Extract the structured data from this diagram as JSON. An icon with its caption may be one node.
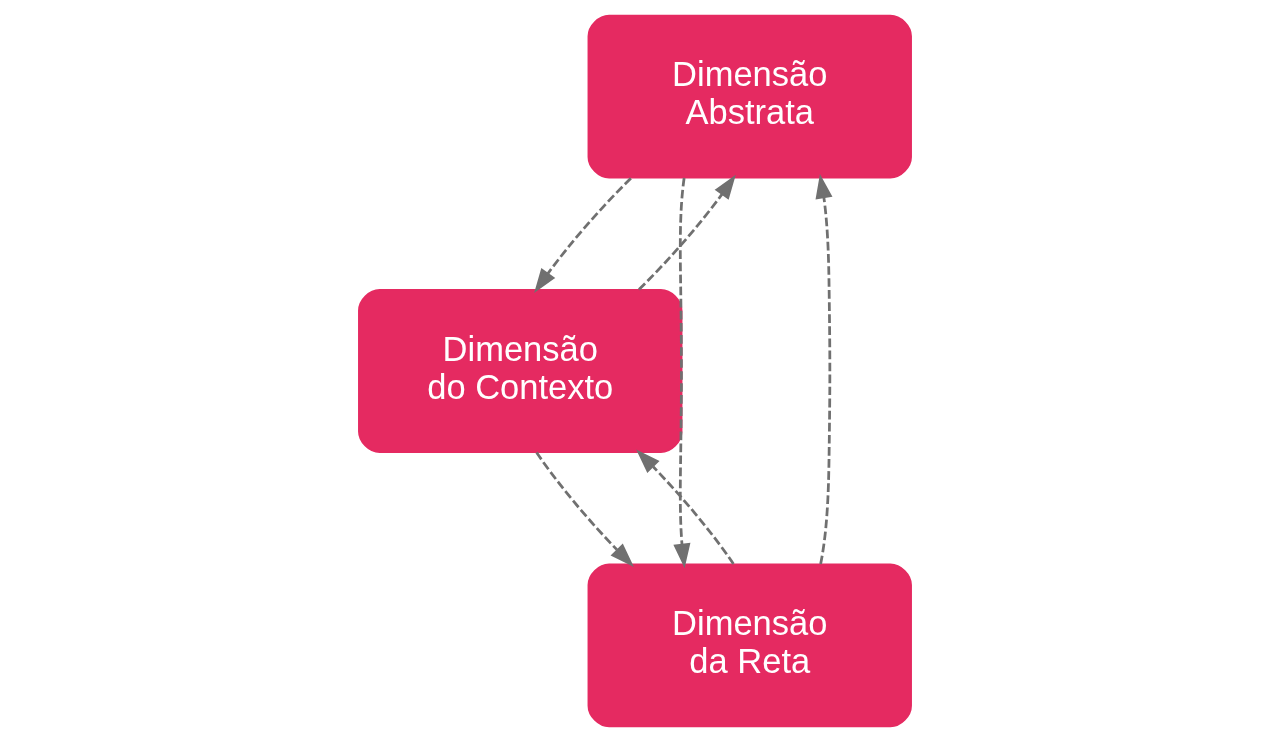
{
  "diagram": {
    "nodes": [
      {
        "text": [
          "Dimensão Abstrata"
        ]
      },
      {
        "text": [
          "Dimensão do Contexto"
        ]
      },
      {
        "text": [
          "Dimensão da Reta"
        ]
      }
    ],
    "edges": [
      {
        "from": 0,
        "to": 2,
        "arrow": "to",
        "style": "dashed"
      },
      {
        "from": 2,
        "to": 0,
        "arrow": "to",
        "style": "dashed"
      },
      {
        "from": 0,
        "to": 1,
        "arrow": "to",
        "style": "dashed"
      },
      {
        "from": 1,
        "to": 0,
        "arrow": "to",
        "style": "dashed"
      },
      {
        "from": 1,
        "to": 2,
        "arrow": "to",
        "style": "dashed"
      },
      {
        "from": 2,
        "to": 1,
        "arrow": "to",
        "style": "dashed"
      }
    ]
  }
}
